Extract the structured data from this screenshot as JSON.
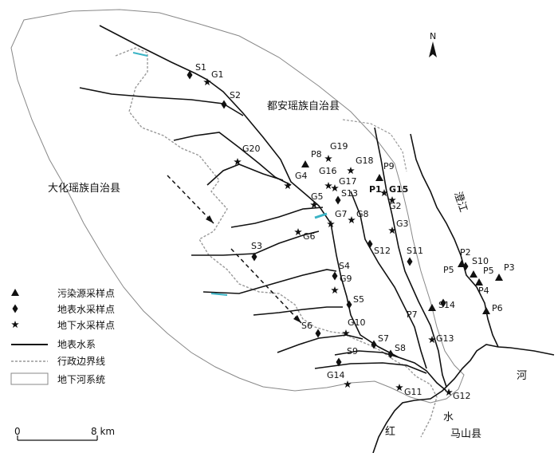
{
  "regions": {
    "duan": "都安瑶族自治县",
    "dahua": "大化瑶族自治县",
    "mashan": "马山县"
  },
  "rivers": {
    "chengjiang": "澄江",
    "hongshuihe_1": "红",
    "hongshuihe_2": "水",
    "hongshuihe_3": "河"
  },
  "north": "N",
  "scale": {
    "zero": "0",
    "value": "8 km"
  },
  "legend": {
    "pollution": "污染源采样点",
    "surface_sample": "地表水采样点",
    "ground_sample": "地下水采样点",
    "surface_system": "地表水系",
    "boundary": "行政边界线",
    "underground_river": "地下河系统"
  },
  "sites": {
    "pollution": [
      "P1",
      "P2",
      "P3",
      "P4",
      "P5",
      "P5",
      "P6",
      "P7",
      "P8",
      "P9"
    ],
    "surface": [
      "S1",
      "S2",
      "S3",
      "S4",
      "S5",
      "S6",
      "S7",
      "S8",
      "S9",
      "S10",
      "S11",
      "S12",
      "S13",
      "S14"
    ],
    "ground": [
      "G1",
      "G2",
      "G3",
      "G4",
      "G5",
      "G6",
      "G7",
      "G8",
      "G9",
      "G10",
      "G11",
      "G12",
      "G13",
      "G14",
      "G15",
      "G16",
      "G17",
      "G18",
      "G19",
      "G20"
    ]
  }
}
